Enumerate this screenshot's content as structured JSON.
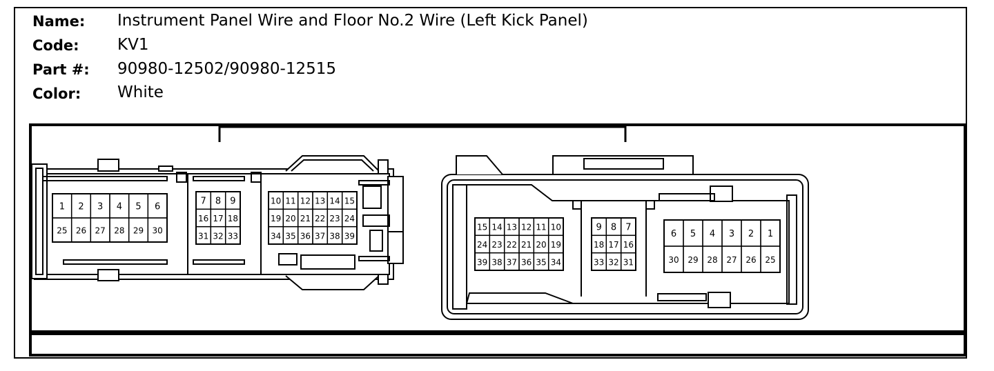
{
  "header": {
    "name_label": "Name:",
    "name_value": "Instrument Panel Wire and Floor No.2 Wire (Left Kick Panel)",
    "code_label": "Code:",
    "code_value": "KV1",
    "part_label": "Part #:",
    "part_value": "90980-12502/90980-12515",
    "color_label": "Color:",
    "color_value": "White"
  },
  "left_connector": {
    "block_a": [
      [
        "1",
        "2",
        "3",
        "4",
        "5",
        "6"
      ],
      [
        "25",
        "26",
        "27",
        "28",
        "29",
        "30"
      ]
    ],
    "block_b": [
      [
        "7",
        "8",
        "9"
      ],
      [
        "16",
        "17",
        "18"
      ],
      [
        "31",
        "32",
        "33"
      ]
    ],
    "block_c": [
      [
        "10",
        "11",
        "12",
        "13",
        "14",
        "15"
      ],
      [
        "19",
        "20",
        "21",
        "22",
        "23",
        "24"
      ],
      [
        "34",
        "35",
        "36",
        "37",
        "38",
        "39"
      ]
    ]
  },
  "right_connector": {
    "block_a": [
      [
        "15",
        "14",
        "13",
        "12",
        "11",
        "10"
      ],
      [
        "24",
        "23",
        "22",
        "21",
        "20",
        "19"
      ],
      [
        "39",
        "38",
        "37",
        "36",
        "35",
        "34"
      ]
    ],
    "block_b": [
      [
        "9",
        "8",
        "7"
      ],
      [
        "18",
        "17",
        "16"
      ],
      [
        "33",
        "32",
        "31"
      ]
    ],
    "block_c": [
      [
        "6",
        "5",
        "4",
        "3",
        "2",
        "1"
      ],
      [
        "30",
        "29",
        "28",
        "27",
        "26",
        "25"
      ]
    ]
  }
}
